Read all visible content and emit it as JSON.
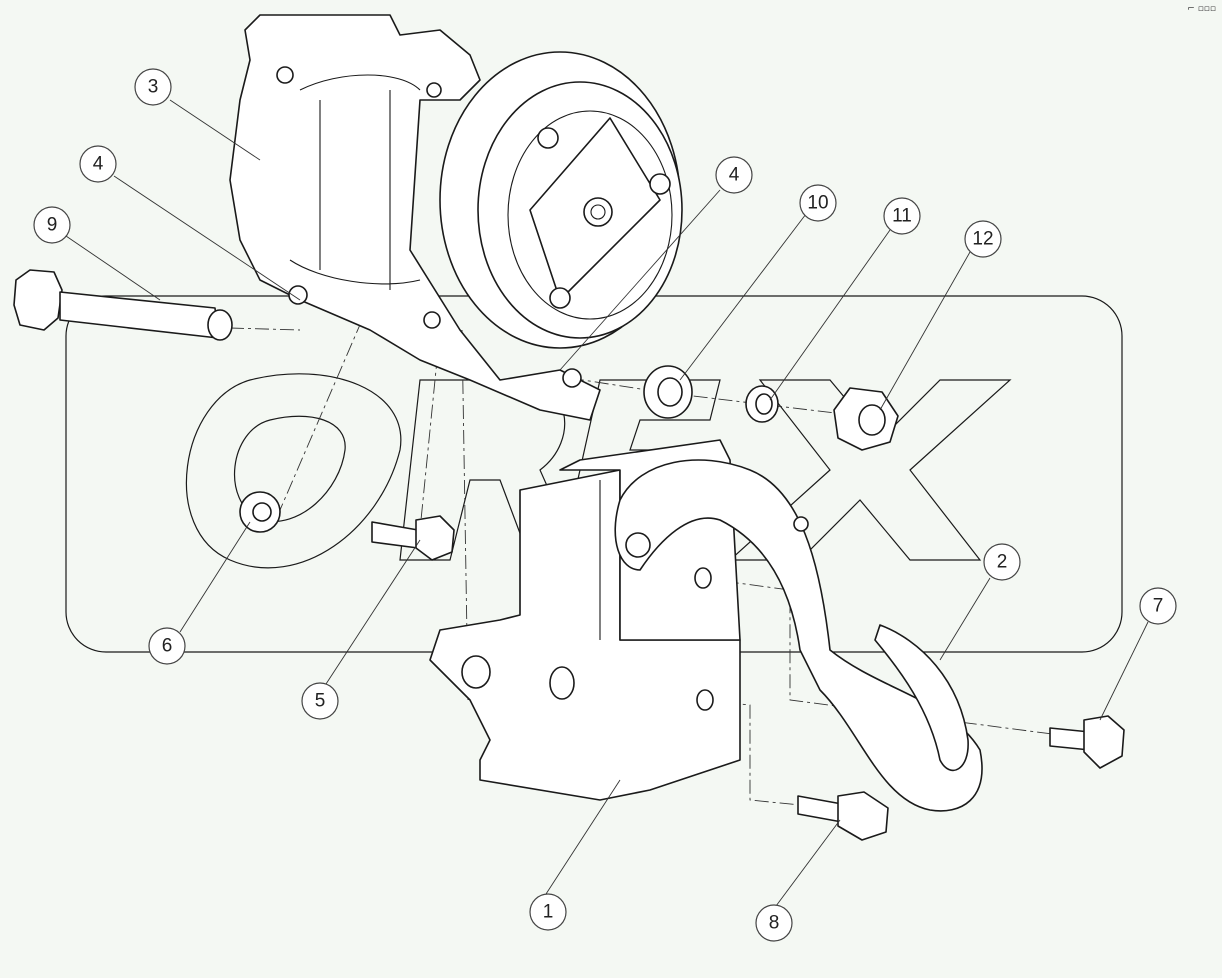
{
  "callouts": [
    {
      "id": "1",
      "label": "1"
    },
    {
      "id": "2",
      "label": "2"
    },
    {
      "id": "3",
      "label": "3"
    },
    {
      "id": "4a",
      "label": "4"
    },
    {
      "id": "4b",
      "label": "4"
    },
    {
      "id": "5",
      "label": "5"
    },
    {
      "id": "6",
      "label": "6"
    },
    {
      "id": "7",
      "label": "7"
    },
    {
      "id": "8",
      "label": "8"
    },
    {
      "id": "9",
      "label": "9"
    },
    {
      "id": "10",
      "label": "10"
    },
    {
      "id": "11",
      "label": "11"
    },
    {
      "id": "12",
      "label": "12"
    }
  ],
  "watermark": {
    "text": "OREX"
  },
  "corner_mark": "⌐ ▫▫▫",
  "colors": {
    "background": "#f4f8f3",
    "line": "#1a1a1a",
    "part_fill": "#ffffff"
  }
}
